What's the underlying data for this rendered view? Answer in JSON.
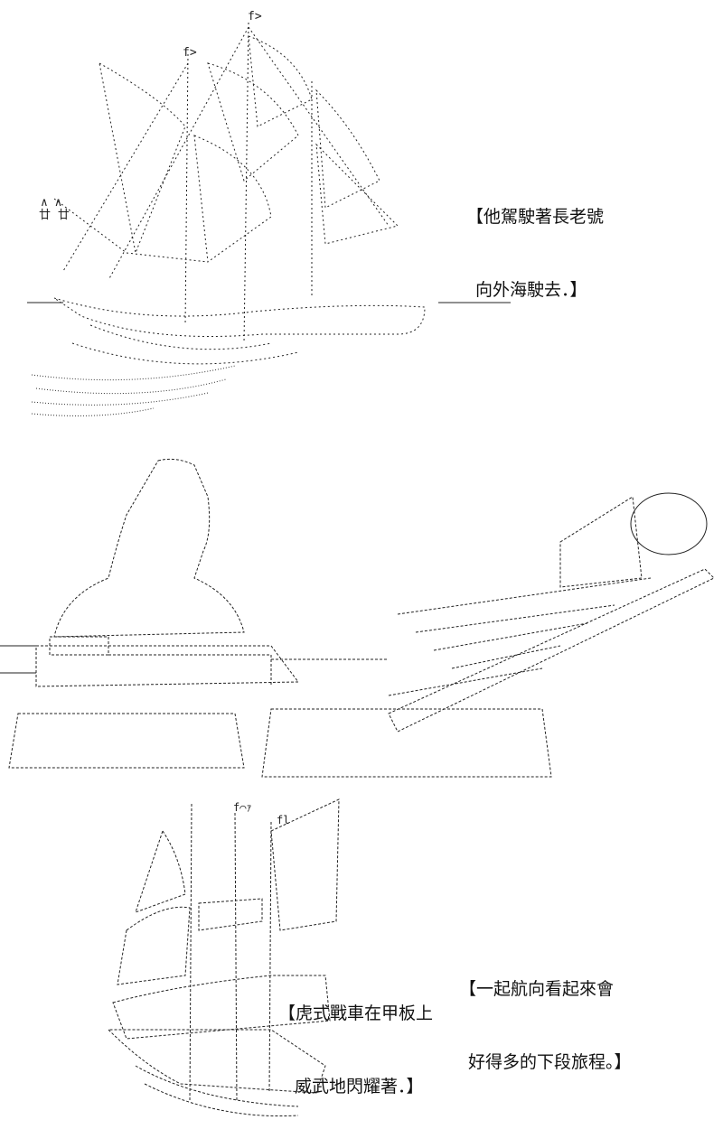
{
  "captions": [
    {
      "line1": "【他駕駛著長老號",
      "line2": "向外海駛去．】"
    },
    {
      "line1": "【虎式戰車在甲板上",
      "line2": "威武地閃耀著．】"
    },
    {
      "line1": "【一起航向看起來會",
      "line2": "好得多的下段旅程。】"
    }
  ],
  "art": {
    "ship1": "ascii-art-sailing-ship",
    "tank": "ascii-art-tiger-tank-on-deck",
    "ship2": "ascii-art-sailing-ship"
  },
  "colors": {
    "ink": "#111111",
    "background": "#ffffff"
  }
}
